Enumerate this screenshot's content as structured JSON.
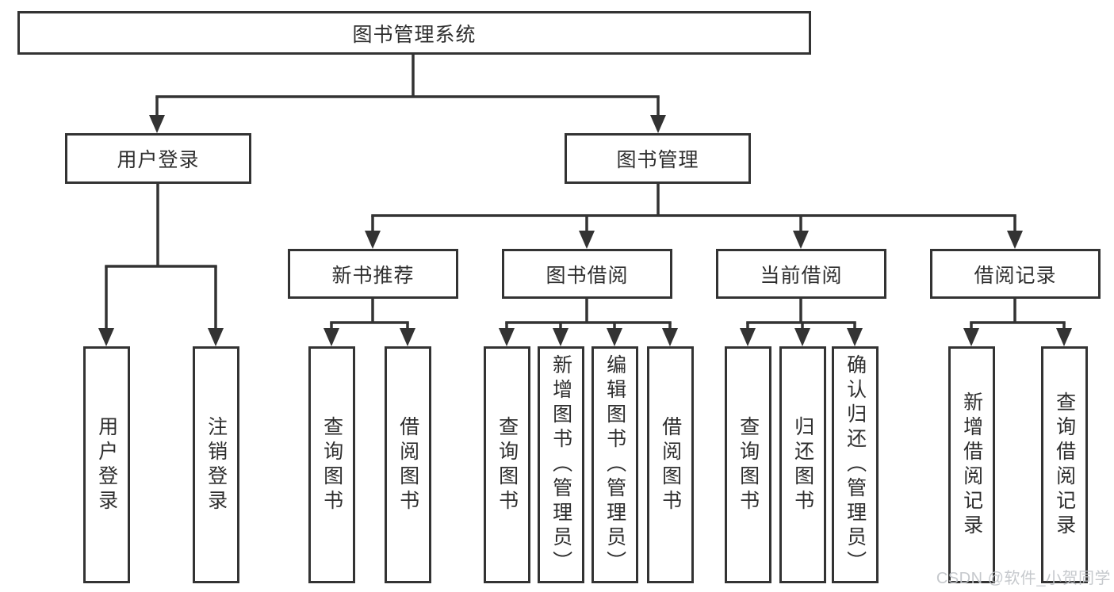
{
  "diagram": {
    "root": {
      "label": "图书管理系统"
    },
    "level2": [
      {
        "label": "用户登录"
      },
      {
        "label": "图书管理"
      }
    ],
    "level3": [
      {
        "label": "新书推荐",
        "parent": "图书管理"
      },
      {
        "label": "图书借阅",
        "parent": "图书管理"
      },
      {
        "label": "当前借阅",
        "parent": "图书管理"
      },
      {
        "label": "借阅记录",
        "parent": "图书管理"
      }
    ],
    "leaves": [
      {
        "label": "用户登录",
        "parent": "用户登录"
      },
      {
        "label": "注销登录",
        "parent": "用户登录"
      },
      {
        "label": "查询图书",
        "parent": "新书推荐"
      },
      {
        "label": "借阅图书",
        "parent": "新书推荐"
      },
      {
        "label": "查询图书",
        "parent": "图书借阅"
      },
      {
        "label": "新增图书（管理员）",
        "parent": "图书借阅"
      },
      {
        "label": "编辑图书（管理员）",
        "parent": "图书借阅"
      },
      {
        "label": "借阅图书",
        "parent": "图书借阅"
      },
      {
        "label": "查询图书",
        "parent": "当前借阅"
      },
      {
        "label": "归还图书",
        "parent": "当前借阅"
      },
      {
        "label": "确认归还（管理员）",
        "parent": "当前借阅"
      },
      {
        "label": "新增借阅记录",
        "parent": "借阅记录"
      },
      {
        "label": "查询借阅记录",
        "parent": "借阅记录"
      }
    ]
  },
  "watermark": {
    "text": "CSDN @软件_小贺同学"
  },
  "colors": {
    "line": "#333333",
    "box_border": "#333333",
    "box_background": "#ffffff",
    "text": "#2e2e2e",
    "watermark": "#c1c4c9"
  }
}
